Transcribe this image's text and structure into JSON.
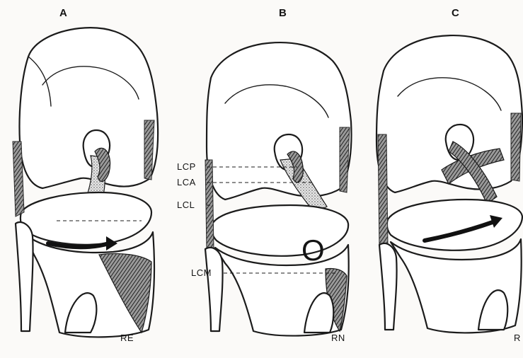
{
  "panels": [
    {
      "letter": "A",
      "caption": "RE"
    },
    {
      "letter": "B",
      "caption": "RN"
    },
    {
      "letter": "C",
      "caption": "R"
    }
  ],
  "ligament_labels": {
    "lcp": "LCP",
    "lca": "LCA",
    "lcl": "LCL",
    "lcm": "LCM"
  },
  "neutral_marker": "O"
}
